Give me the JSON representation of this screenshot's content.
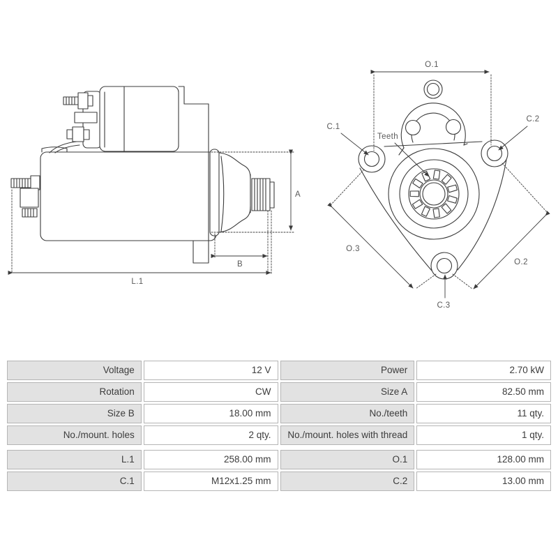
{
  "diagram": {
    "side_view": {
      "dim_a": "A",
      "dim_b": "B",
      "dim_l1": "L.1"
    },
    "front_view": {
      "dim_o1": "O.1",
      "dim_o2": "O.2",
      "dim_o3": "O.3",
      "dim_c1": "C.1",
      "dim_c2": "C.2",
      "dim_c3": "C.3",
      "teeth_label": "Teeth",
      "teeth_count": 11
    },
    "line_color": "#3b3b3b",
    "label_color": "#5a5a5a"
  },
  "table": {
    "rows": [
      [
        "Voltage",
        "12 V",
        "Power",
        "2.70 kW"
      ],
      [
        "Rotation",
        "CW",
        "Size A",
        "82.50 mm"
      ],
      [
        "Size B",
        "18.00 mm",
        "No./teeth",
        "11 qty."
      ],
      [
        "No./mount. holes",
        "2 qty.",
        "No./mount. holes with thread",
        "1 qty."
      ],
      [
        "L.1",
        "258.00 mm",
        "O.1",
        "128.00 mm"
      ],
      [
        "C.1",
        "M12x1.25 mm",
        "C.2",
        "13.00 mm"
      ]
    ]
  },
  "colors": {
    "label_cell_bg": "#e2e2e2",
    "value_cell_bg": "#ffffff",
    "cell_border": "#b5b5b5",
    "table_text": "#3c3c3c",
    "drawing_line": "#3b3b3b"
  }
}
